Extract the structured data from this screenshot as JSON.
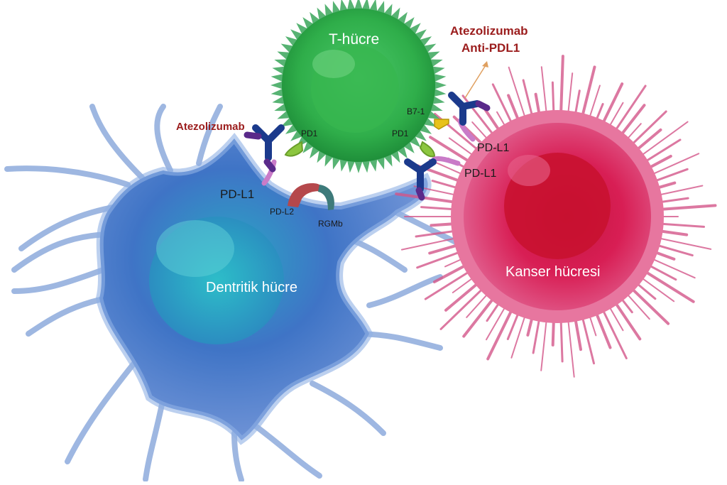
{
  "cells": {
    "t_cell": "T-hücre",
    "dendritic": "Dentritik hücre",
    "cancer": "Kanser hücresi"
  },
  "drug": {
    "name_top": "Atezolizumab",
    "name_top_line2": "Anti-PDL1",
    "name_left": "Atezolizumab"
  },
  "molecules": {
    "pd1_left": "PD1",
    "pd1_right": "PD1",
    "b7_1": "B7-1",
    "pdl1_dendritic": "PD-L1",
    "pdl1_cancer_1": "PD-L1",
    "pdl1_cancer_2": "PD-L1",
    "pdl2": "PD-L2",
    "rgmb": "RGMb"
  },
  "colors": {
    "t_cell": "#2fae4a",
    "dendritic": "#3f74c6",
    "cancer": "#d81e54",
    "antibody": "#1b3a8c",
    "antibody_tip": "#5a2a8a",
    "pd1": "#8cc63f",
    "pdl1": "#c97bc8",
    "b7_1": "#e8c21a",
    "label_red": "#9b1c1c"
  }
}
